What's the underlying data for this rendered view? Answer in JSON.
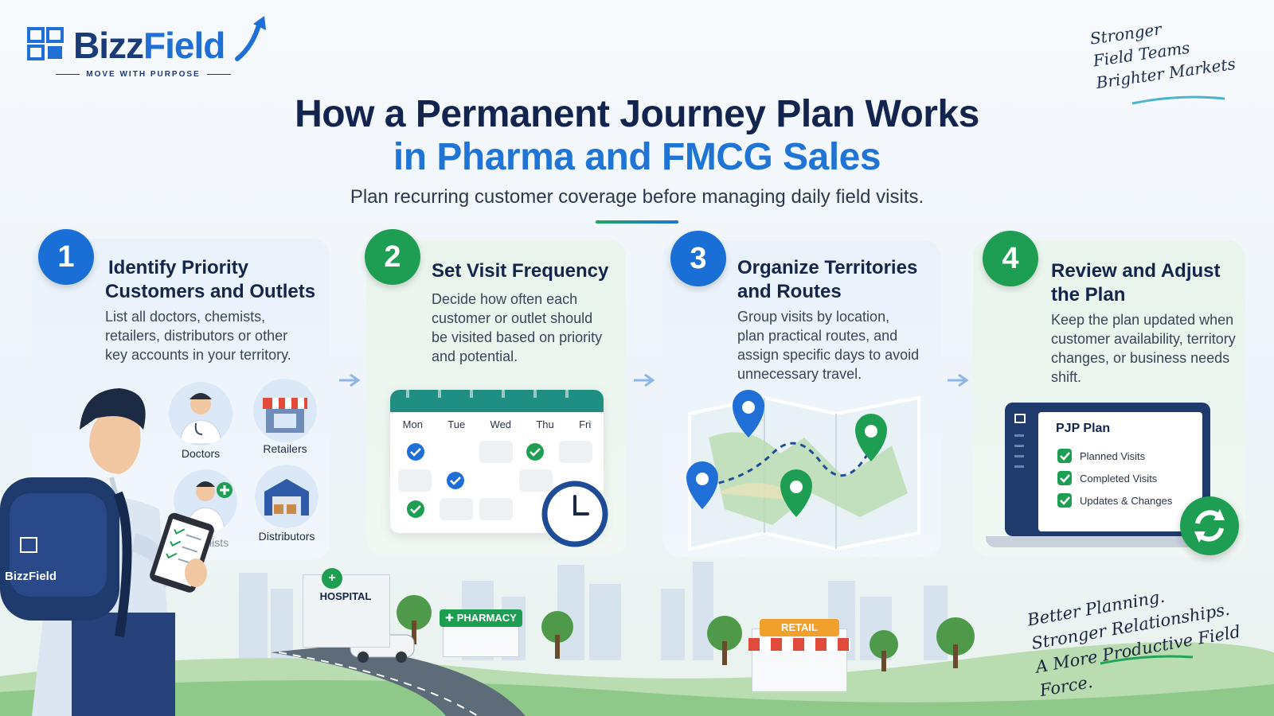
{
  "brand": {
    "name_part1": "Bizz",
    "name_part2": "Field",
    "tagline": "MOVE WITH PURPOSE",
    "colors": {
      "navy": "#13254f",
      "blue": "#1f74d6",
      "green": "#1e9e52"
    }
  },
  "top_note": {
    "lines": [
      "Stronger",
      "Field Teams",
      "Brighter Markets"
    ]
  },
  "header": {
    "title_line1": "How a Permanent Journey Plan Works",
    "title_line2": "in Pharma and FMCG Sales",
    "subtitle": "Plan recurring customer coverage before managing daily field visits."
  },
  "steps": [
    {
      "number": "1",
      "title_line1": "Identify Priority",
      "title_line2": "Customers and Outlets",
      "desc_lines": [
        "List all doctors, chemists,",
        "retailers, distributors or other",
        "key accounts in your territory."
      ],
      "icons": [
        {
          "icon": "doctor-icon",
          "label": "Doctors"
        },
        {
          "icon": "store-icon",
          "label": "Retailers"
        },
        {
          "icon": "chemist-icon",
          "label": "Chemists"
        },
        {
          "icon": "warehouse-icon",
          "label": "Distributors"
        }
      ]
    },
    {
      "number": "2",
      "title_line1": "Set Visit Frequency",
      "title_line2": "",
      "desc_lines": [
        "Decide how often each",
        "customer or outlet should",
        "be visited based on priority",
        "and potential."
      ],
      "calendar_days": [
        "Mon",
        "Tue",
        "Wed",
        "Thu",
        "Fri"
      ]
    },
    {
      "number": "3",
      "title_line1": "Organize Territories",
      "title_line2": "and Routes",
      "desc_lines": [
        "Group visits by location,",
        "plan practical routes, and",
        "assign specific days to avoid",
        "unnecessary travel."
      ]
    },
    {
      "number": "4",
      "title_line1": "Review and Adjust",
      "title_line2": "the Plan",
      "desc_lines": [
        "Keep the plan updated when",
        "customer availability, territory",
        "changes, or business needs",
        "shift."
      ],
      "panel_title": "PJP Plan",
      "panel_items": [
        "Planned Visits",
        "Completed Visits",
        "Updates & Changes"
      ]
    }
  ],
  "scene": {
    "backpack_label": "BizzField",
    "hospital_label": "HOSPITAL",
    "pharmacy_label": "PHARMACY",
    "retail_label": "RETAIL"
  },
  "bottom_note": {
    "lines": [
      "Better Planning.",
      "Stronger Relationships.",
      "A More Productive Field Force."
    ]
  }
}
